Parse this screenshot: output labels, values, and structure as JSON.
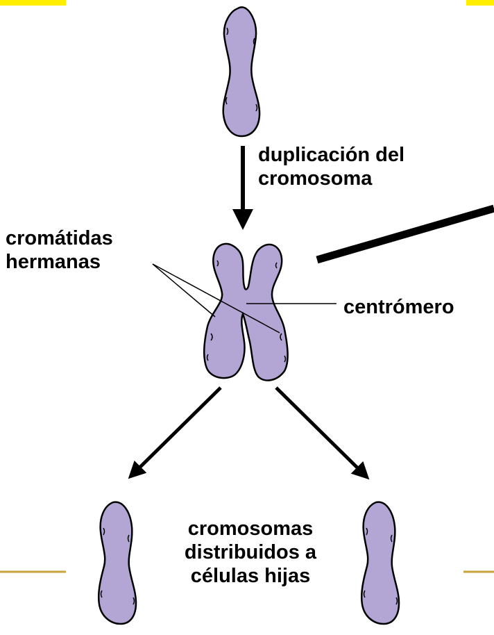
{
  "labels": {
    "duplication": [
      "duplicación del",
      "cromosoma"
    ],
    "sister_chromatids": [
      "cromátidas",
      "hermanas"
    ],
    "centromere": "centrómero",
    "distributed": [
      "cromosomas",
      "distribuidos a",
      "células hijas"
    ]
  },
  "colors": {
    "chromosome_fill": "#b3a5d4",
    "chromosome_outline": "#000000",
    "accent_yellow": "#ffee00",
    "accent_rule": "#c8a23a",
    "arrow": "#000000"
  }
}
